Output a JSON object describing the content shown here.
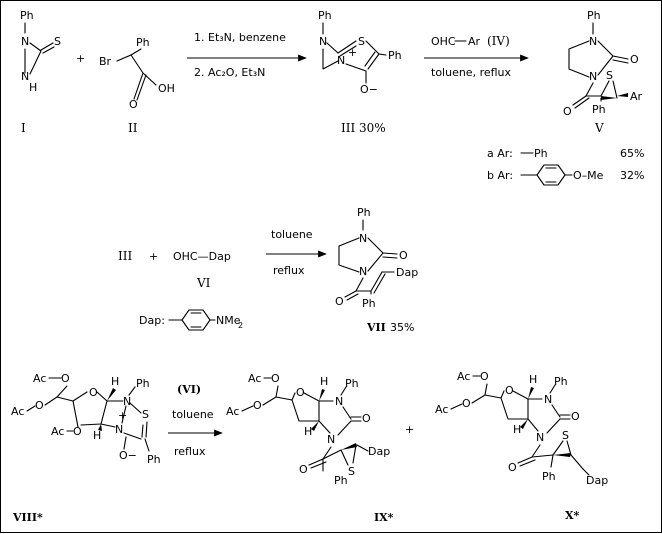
{
  "atoms": {
    "ph": "Ph",
    "n": "N",
    "h": "H",
    "s": "S",
    "o": "O",
    "br": "Br",
    "oh": "OH",
    "o_minus": "O−",
    "plus": "+",
    "ar": "Ar",
    "dap": "Dap",
    "ac": "Ac",
    "ohc": "OHC",
    "ome": "O–Me",
    "nme2": "NMe",
    "nme2_sub": "2"
  },
  "reaction1": {
    "conditions": [
      "1. Et₃N,  benzene",
      "2. Ac₂O, Et₃N"
    ],
    "labels": {
      "I": "I",
      "II": "II",
      "III": "III 30%",
      "V": "V"
    }
  },
  "reaction2": {
    "reagent_prefix": "OHC",
    "reagent_ar": "Ar",
    "reagent_id": "(IV)",
    "condition": "toluene, reflux"
  },
  "substituents": [
    {
      "key": "a Ar:",
      "group": "Ph",
      "yield": "65%"
    },
    {
      "key": "b Ar:",
      "group": "O–Me",
      "yield": "32%"
    }
  ],
  "reaction3": {
    "start": "III",
    "reagent": "OHC—Dap",
    "reagent_label": "VI",
    "conditions": [
      "toluene",
      "reflux"
    ],
    "product_label": "VII",
    "product_yield": "35%",
    "dap_definition": "Dap:"
  },
  "reaction4": {
    "reagent": "(VI)",
    "conditions": [
      "toluene",
      "reflux"
    ],
    "labels": {
      "VIII": "VIII*",
      "IX": "IX*",
      "X": "X*"
    }
  },
  "plus_sign": "+"
}
